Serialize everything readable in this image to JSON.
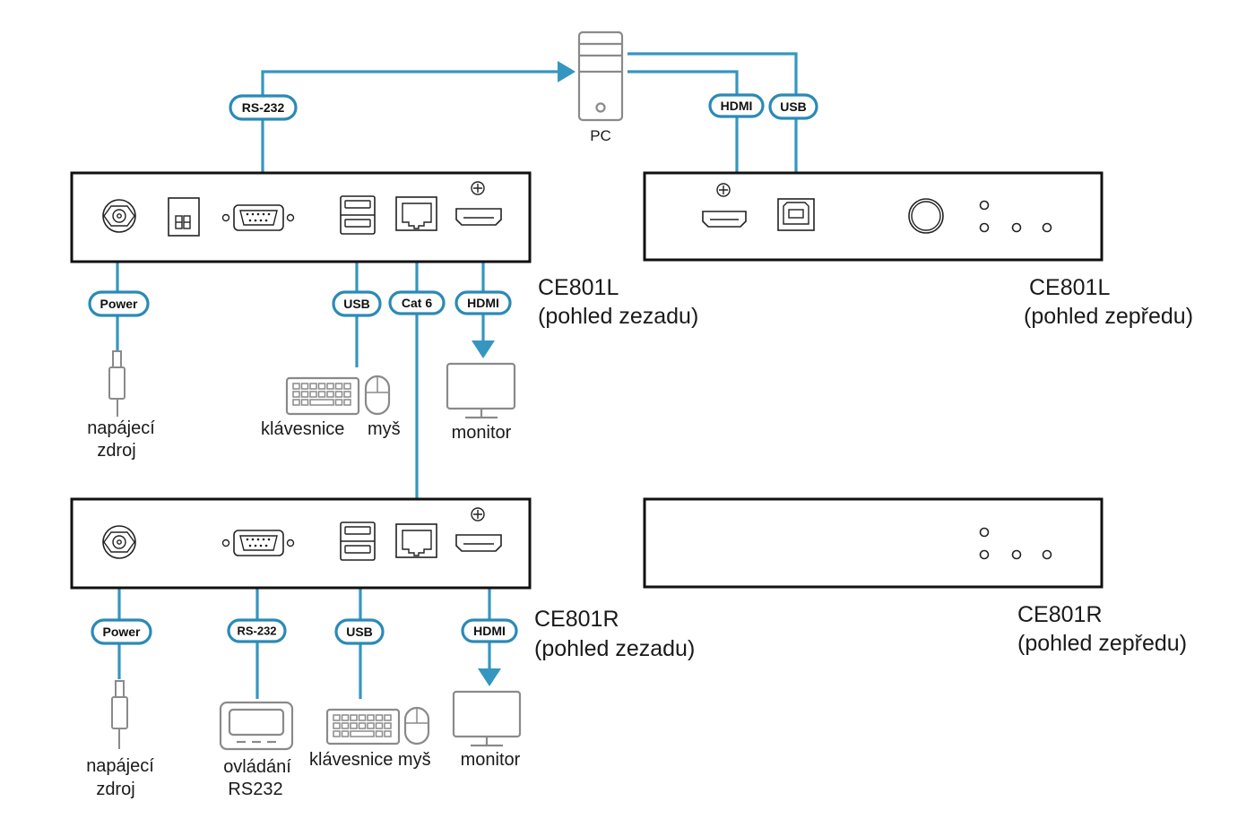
{
  "colors": {
    "cable": "#3596c0",
    "device_outline": "#8a8a8a",
    "unit_outline": "#111111"
  },
  "pc": {
    "label": "PC",
    "icon": "pc-tower-icon"
  },
  "cable_labels": {
    "top_rs232": "RS-232",
    "pc_hdmi": "HDMI",
    "pc_usb": "USB",
    "local_power": "Power",
    "local_usb": "USB",
    "cat6": "Cat 6",
    "local_hdmi": "HDMI",
    "remote_power": "Power",
    "remote_rs232": "RS-232",
    "remote_usb": "USB",
    "remote_hdmi": "HDMI"
  },
  "units": {
    "local_rear": {
      "model": "CE801L",
      "view": "(pohled zezadu)"
    },
    "local_front": {
      "model": "CE801L",
      "view": "(pohled zepředu)"
    },
    "remote_rear": {
      "model": "CE801R",
      "view": "(pohled zezadu)"
    },
    "remote_front": {
      "model": "CE801R",
      "view": "(pohled zepředu)"
    }
  },
  "local_devices": {
    "power_line1": "napájecí",
    "power_line2": "zdroj",
    "keyboard": "klávesnice",
    "mouse": "myš",
    "monitor": "monitor"
  },
  "remote_devices": {
    "power_line1": "napájecí",
    "power_line2": "zdroj",
    "rs232_line1": "ovládání",
    "rs232_line2": "RS232",
    "keyboard_mouse": "klávesnice myš",
    "monitor": "monitor"
  }
}
